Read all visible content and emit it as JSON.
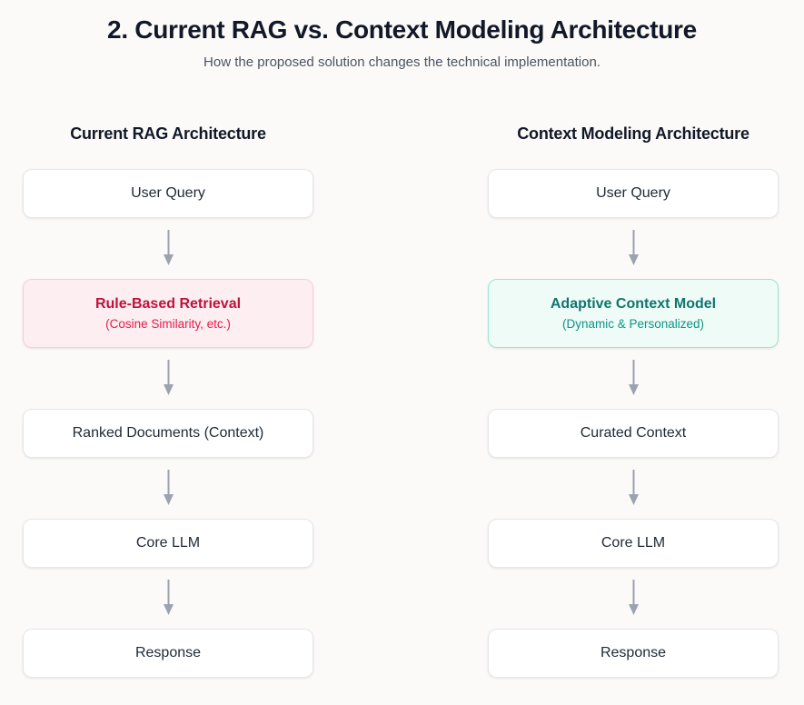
{
  "header": {
    "title": "2. Current RAG vs. Context Modeling Architecture",
    "subtitle": "How the proposed solution changes the technical implementation."
  },
  "colors": {
    "page_bg": "#fbfaf8",
    "box_bg": "#ffffff",
    "box_border": "#e5e7eb",
    "box_text": "#1f2937",
    "title_text": "#111827",
    "subtitle_text": "#4b5563",
    "arrow": "#9ca3af",
    "rose_bg": "#fdeef1",
    "rose_border": "#f9ccd5",
    "rose_title": "#be123c",
    "rose_subtitle": "#e11d48",
    "teal_bg": "#effbf6",
    "teal_border": "#9ae6d3",
    "teal_title": "#0f766e",
    "teal_subtitle": "#0d9488"
  },
  "columns": [
    {
      "title": "Current RAG Architecture",
      "nodes": [
        {
          "label": "User Query"
        },
        {
          "label": "Rule-Based Retrieval",
          "sublabel": "(Cosine Similarity, etc.)",
          "highlight": "rose"
        },
        {
          "label": "Ranked Documents (Context)"
        },
        {
          "label": "Core LLM"
        },
        {
          "label": "Response"
        }
      ]
    },
    {
      "title": "Context Modeling Architecture",
      "nodes": [
        {
          "label": "User Query"
        },
        {
          "label": "Adaptive Context Model",
          "sublabel": "(Dynamic & Personalized)",
          "highlight": "teal"
        },
        {
          "label": "Curated Context"
        },
        {
          "label": "Core LLM"
        },
        {
          "label": "Response"
        }
      ]
    }
  ]
}
